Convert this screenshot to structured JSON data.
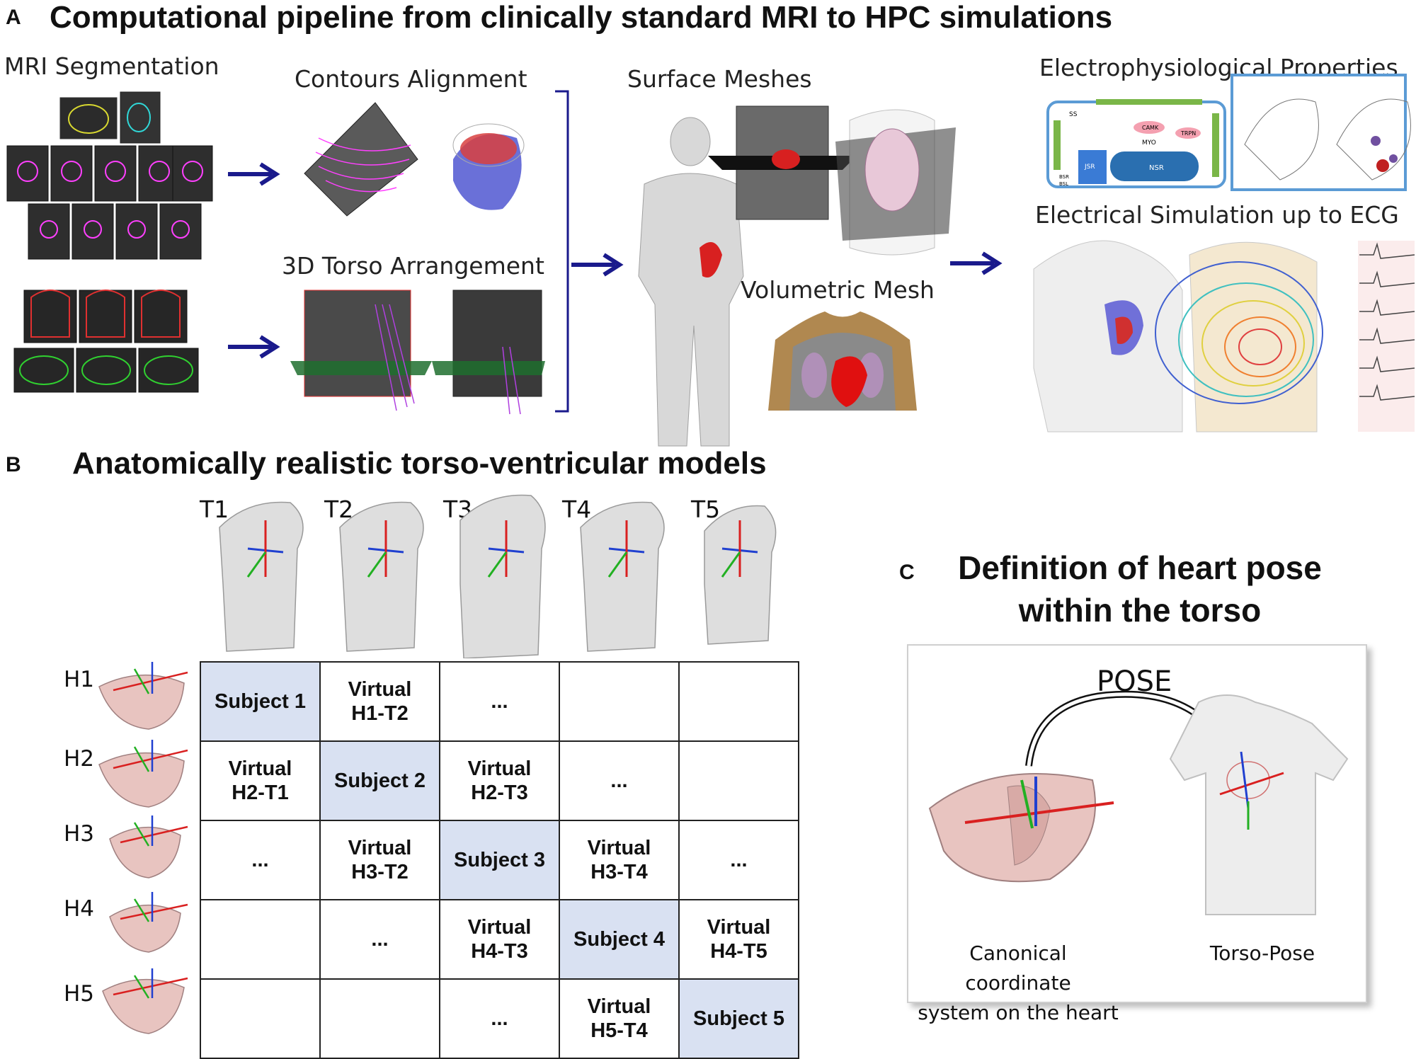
{
  "panel_a": {
    "letter": "A",
    "title": "Computational pipeline from clinically standard MRI to HPC simulations",
    "labels": {
      "mri_segmentation": "MRI Segmentation",
      "contours_alignment": "Contours Alignment",
      "torso_arrangement": "3D Torso Arrangement",
      "surface_meshes": "Surface Meshes",
      "volumetric_mesh": "Volumetric Mesh",
      "ep_properties": "Electrophysiological Properties",
      "electrical_simulation": "Electrical Simulation up to ECG"
    },
    "cell_model_text": {
      "ss": "SS",
      "camk": "CAMK",
      "myo": "MYO",
      "trpn": "TRPN",
      "jsr": "JSR",
      "nsr": "NSR",
      "bsr": "BSR",
      "bsl": "BSL"
    }
  },
  "panel_b": {
    "letter": "B",
    "title": "Anatomically realistic torso-ventricular models",
    "torsos": [
      "T1",
      "T2",
      "T3",
      "T4",
      "T5"
    ],
    "hearts": [
      "H1",
      "H2",
      "H3",
      "H4",
      "H5"
    ],
    "grid": [
      [
        {
          "text": "Subject 1",
          "subject": true
        },
        {
          "text": "Virtual\nH1-T2"
        },
        {
          "text": "..."
        },
        {
          "text": ""
        },
        {
          "text": ""
        }
      ],
      [
        {
          "text": "Virtual\nH2-T1"
        },
        {
          "text": "Subject 2",
          "subject": true
        },
        {
          "text": "Virtual\nH2-T3"
        },
        {
          "text": "..."
        },
        {
          "text": ""
        }
      ],
      [
        {
          "text": "..."
        },
        {
          "text": "Virtual\nH3-T2"
        },
        {
          "text": "Subject 3",
          "subject": true
        },
        {
          "text": "Virtual\nH3-T4"
        },
        {
          "text": "..."
        }
      ],
      [
        {
          "text": ""
        },
        {
          "text": "..."
        },
        {
          "text": "Virtual\nH4-T3"
        },
        {
          "text": "Subject 4",
          "subject": true
        },
        {
          "text": "Virtual\nH4-T5"
        }
      ],
      [
        {
          "text": ""
        },
        {
          "text": ""
        },
        {
          "text": "..."
        },
        {
          "text": "Virtual\nH5-T4"
        },
        {
          "text": "Subject 5",
          "subject": true
        }
      ]
    ],
    "subject_fill": "#d9e1f2"
  },
  "panel_c": {
    "letter": "C",
    "title_line1": "Definition of heart pose",
    "title_line2": "within the torso",
    "pose_label": "POSE",
    "caption_left_line1": "Canonical coordinate",
    "caption_left_line2": "system on the heart",
    "caption_right": "Torso-Pose"
  },
  "colors": {
    "arrow_navy": "#1a1a8c",
    "axis_red": "#d92020",
    "axis_green": "#22b022",
    "axis_blue": "#2040d0",
    "heart_pink": "#e8c4c0",
    "cell_blue": "#5b9bd5"
  }
}
